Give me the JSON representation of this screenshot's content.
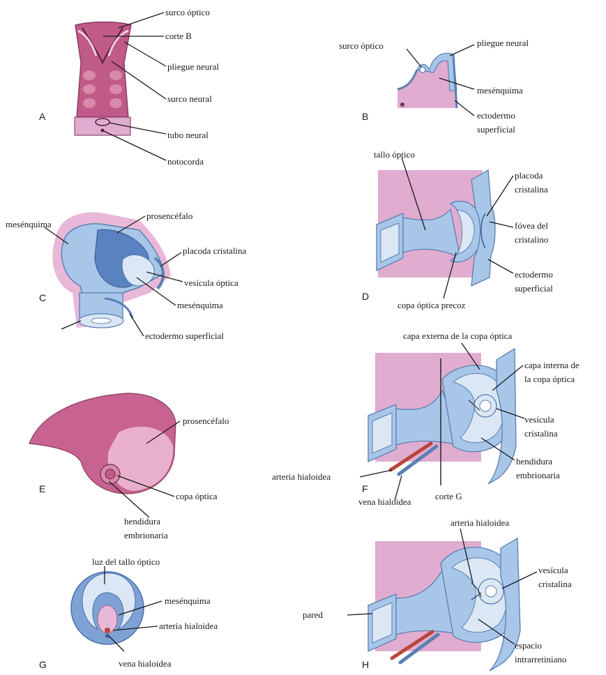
{
  "colors": {
    "pink": "#e0acd0",
    "blue": "#a8c6e8",
    "blue_light": "#dbe7f4",
    "blue_dark": "#5a7fb3",
    "magenta": "#c05a88",
    "rose": "#d98aa8",
    "artery": "#b8453c"
  },
  "panels": {
    "A": {
      "letter": "A",
      "labels": [
        "surco óptico",
        "corte B",
        "pliegue neural",
        "surco neural",
        "tubo neural",
        "notocorda"
      ]
    },
    "B": {
      "letter": "B",
      "labels": [
        "surco óptico",
        "pliegue neural",
        "mesénquima",
        "ectodermo",
        "superficial"
      ]
    },
    "C": {
      "letter": "C",
      "labels": [
        "mesénquima",
        "prosencéfalo",
        "placoda cristalina",
        "vesícula óptica",
        "mesénquima",
        "ectodermo superficial"
      ]
    },
    "D": {
      "letter": "D",
      "labels": [
        "tallo óptico",
        "placoda",
        "cristalina",
        "fóvea del",
        "cristalino",
        "ectodermo",
        "superficial",
        "copa óptica precoz"
      ]
    },
    "E": {
      "letter": "E",
      "labels": [
        "prosencéfalo",
        "copa óptica",
        "hendidura",
        "embrionaria"
      ]
    },
    "F": {
      "letter": "F",
      "labels": [
        "capa externa de la copa óptica",
        "capa interna de",
        "la copa óptica",
        "vesícula",
        "cristalina",
        "hendidura",
        "embrionaria",
        "arteria hialoidea",
        "vena hialoidea",
        "corte G"
      ]
    },
    "G": {
      "letter": "G",
      "labels": [
        "luz del tallo óptico",
        "mesénquima",
        "arteria hialoidea",
        "vena hialoidea"
      ]
    },
    "H": {
      "letter": "H",
      "labels": [
        "arteria hialoidea",
        "vesícula",
        "cristalina",
        "pared",
        "espacio",
        "intrarretiniano"
      ]
    }
  }
}
